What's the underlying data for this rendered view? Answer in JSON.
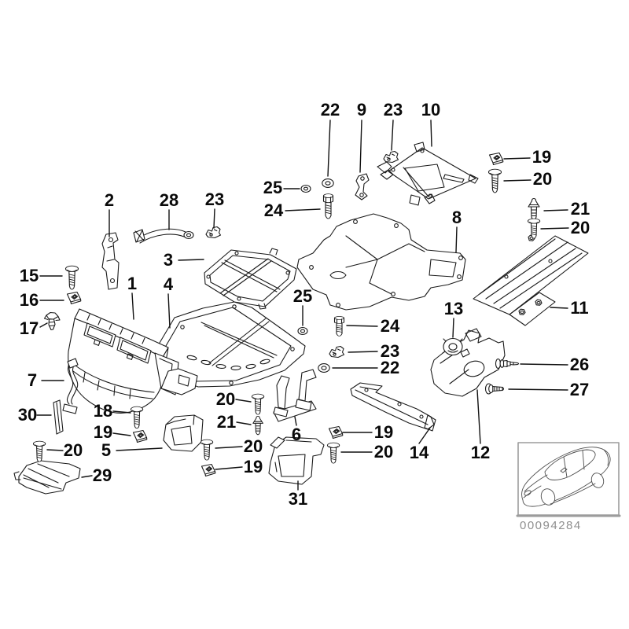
{
  "diagram": {
    "type": "exploded-parts-diagram",
    "colors": {
      "background": "#ffffff",
      "line": "#1a1a1a",
      "inset_border": "#9c9c9c",
      "inset_code_text": "#8f8f8f"
    },
    "callouts": [
      {
        "text": "22"
      },
      {
        "text": "9"
      },
      {
        "text": "23"
      },
      {
        "text": "10"
      },
      {
        "text": "19"
      },
      {
        "text": "20"
      },
      {
        "text": "25"
      },
      {
        "text": "24"
      },
      {
        "text": "21"
      },
      {
        "text": "20"
      },
      {
        "text": "2"
      },
      {
        "text": "28"
      },
      {
        "text": "23"
      },
      {
        "text": "8"
      },
      {
        "text": "3"
      },
      {
        "text": "15"
      },
      {
        "text": "16"
      },
      {
        "text": "17"
      },
      {
        "text": "1"
      },
      {
        "text": "4"
      },
      {
        "text": "25"
      },
      {
        "text": "13"
      },
      {
        "text": "11"
      },
      {
        "text": "24"
      },
      {
        "text": "23"
      },
      {
        "text": "22"
      },
      {
        "text": "7"
      },
      {
        "text": "26"
      },
      {
        "text": "27"
      },
      {
        "text": "30"
      },
      {
        "text": "18"
      },
      {
        "text": "19"
      },
      {
        "text": "20"
      },
      {
        "text": "5"
      },
      {
        "text": "20"
      },
      {
        "text": "21"
      },
      {
        "text": "20"
      },
      {
        "text": "19"
      },
      {
        "text": "29"
      },
      {
        "text": "6"
      },
      {
        "text": "19"
      },
      {
        "text": "20"
      },
      {
        "text": "14"
      },
      {
        "text": "31"
      },
      {
        "text": "12"
      }
    ],
    "inset": {
      "image_code": "00094284"
    }
  }
}
